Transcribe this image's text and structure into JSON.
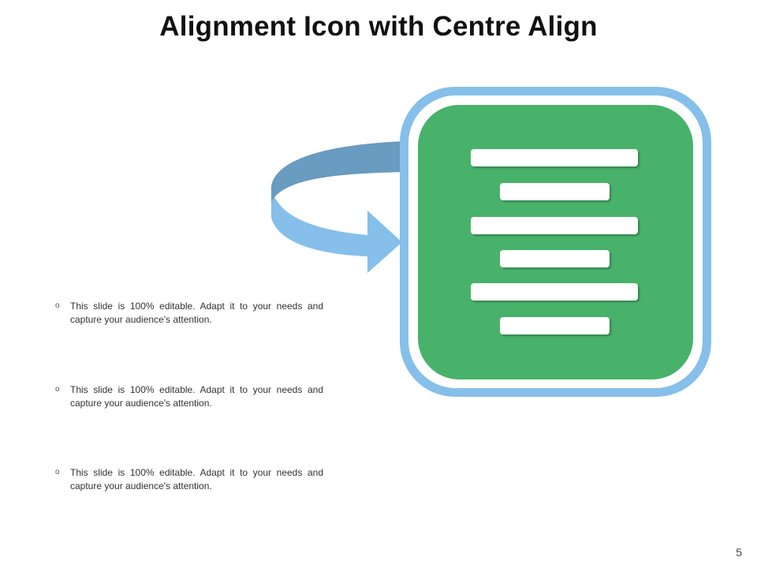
{
  "slide": {
    "title": "Alignment Icon with Centre Align",
    "bullets": [
      {
        "marker": "o",
        "text": "This slide is 100% editable. Adapt it to your needs and capture your audience's attention."
      },
      {
        "marker": "o",
        "text": "This slide is 100% editable. Adapt it to your needs and capture your audience's attention."
      },
      {
        "marker": "o",
        "text": "This slide is 100% editable. Adapt it to your needs and capture your audience's attention."
      }
    ],
    "page_number": "5"
  },
  "icon": {
    "name": "centre-align-icon",
    "frame_color": "#85BFEA",
    "fill_color": "#48B26A",
    "line_color": "#FFFFFF",
    "arrow_name": "curved-arrow-icon",
    "arrow_color_top": "#6A9BC0",
    "arrow_color_bottom": "#85BFEA"
  }
}
